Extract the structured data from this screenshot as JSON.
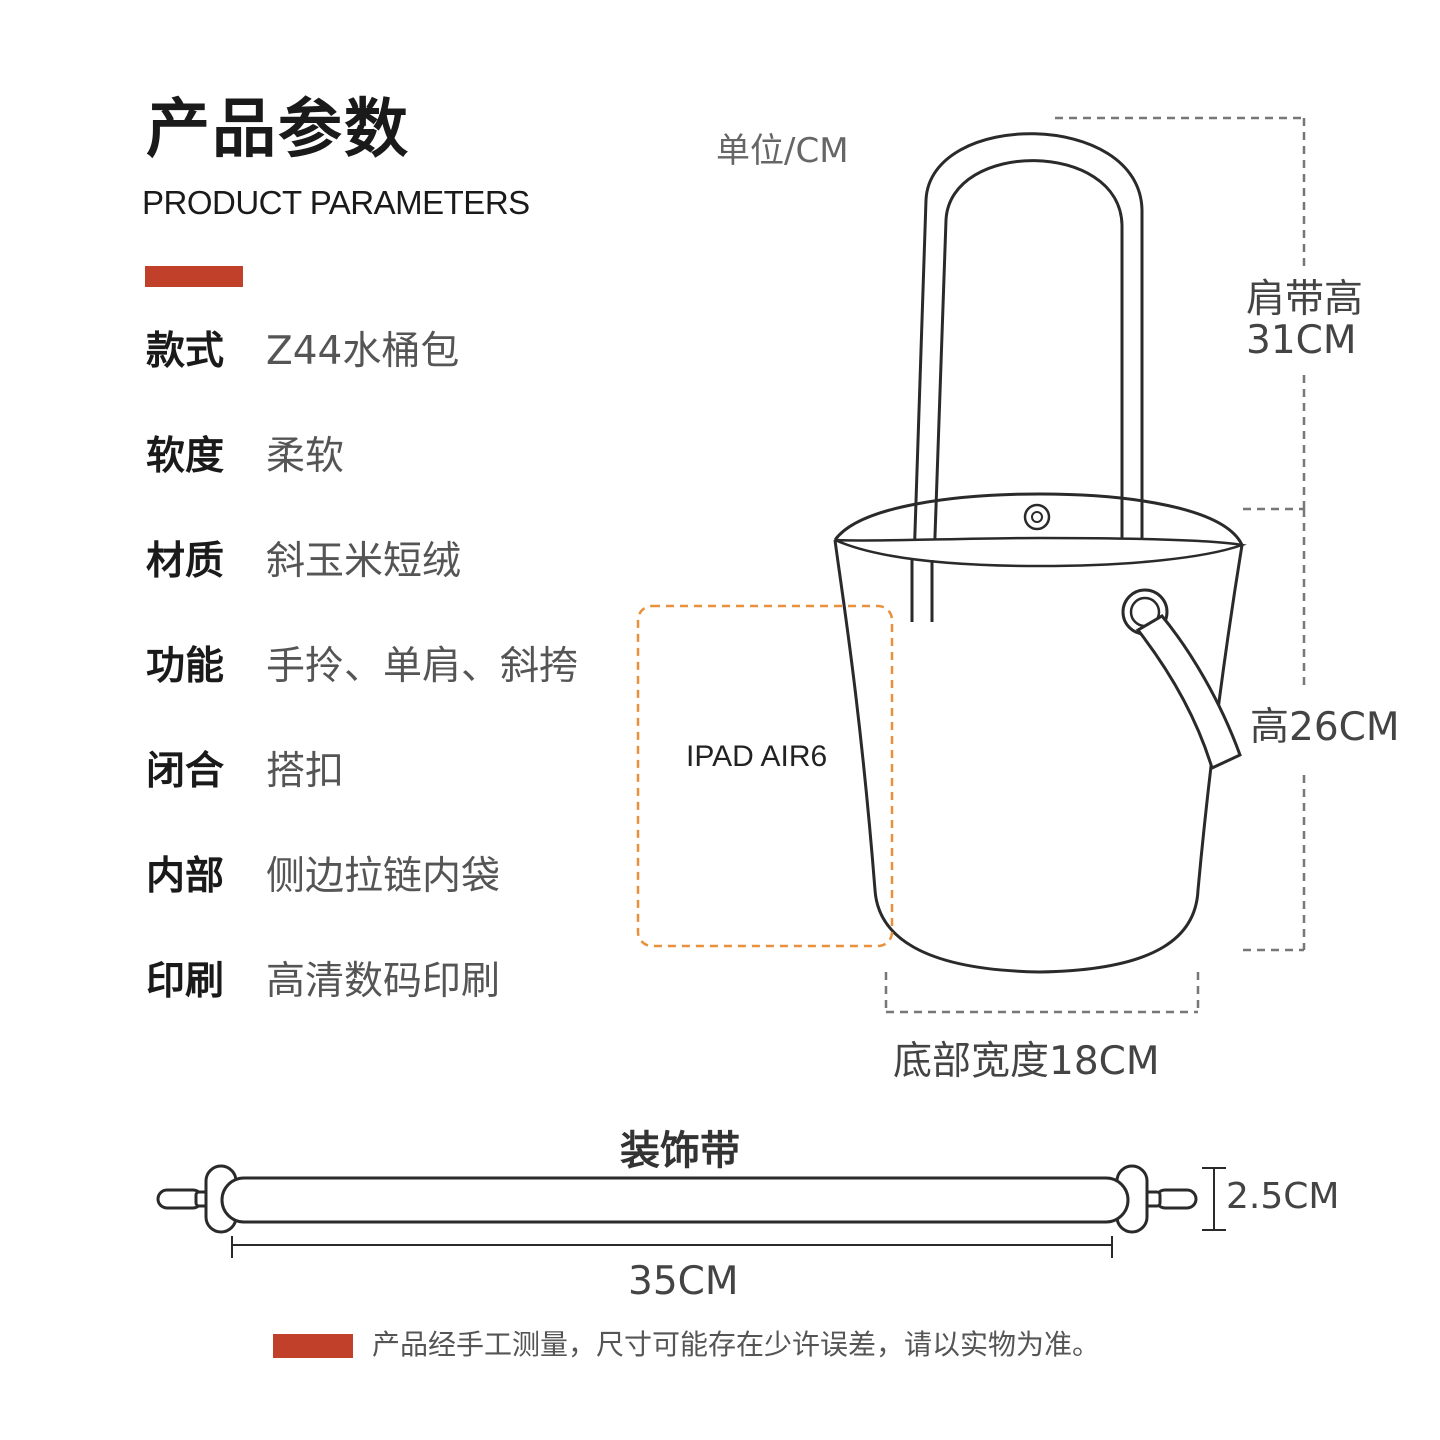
{
  "header": {
    "title_cn": "产品参数",
    "title_en": "PRODUCT PARAMETERS",
    "unit": "单位/CM",
    "accent_color": "#c0402a"
  },
  "params": [
    {
      "key": "款式",
      "value": "Z44水桶包"
    },
    {
      "key": "软度",
      "value": "柔软"
    },
    {
      "key": "材质",
      "value": "斜玉米短绒"
    },
    {
      "key": "功能",
      "value": "手拎、单肩、斜挎"
    },
    {
      "key": "闭合",
      "value": "搭扣"
    },
    {
      "key": "内部",
      "value": "侧边拉链内袋"
    },
    {
      "key": "印刷",
      "value": "高清数码印刷"
    }
  ],
  "diagram": {
    "strap_height_label": "肩带高",
    "strap_height_value": "31CM",
    "bag_height": "高26CM",
    "bottom_width": "底部宽度18CM",
    "ipad_label": "IPAD AIR6"
  },
  "strap": {
    "title": "装饰带",
    "length": "35CM",
    "width": "2.5CM"
  },
  "footnote": "产品经手工测量，尺寸可能存在少许误差，请以实物为准。"
}
